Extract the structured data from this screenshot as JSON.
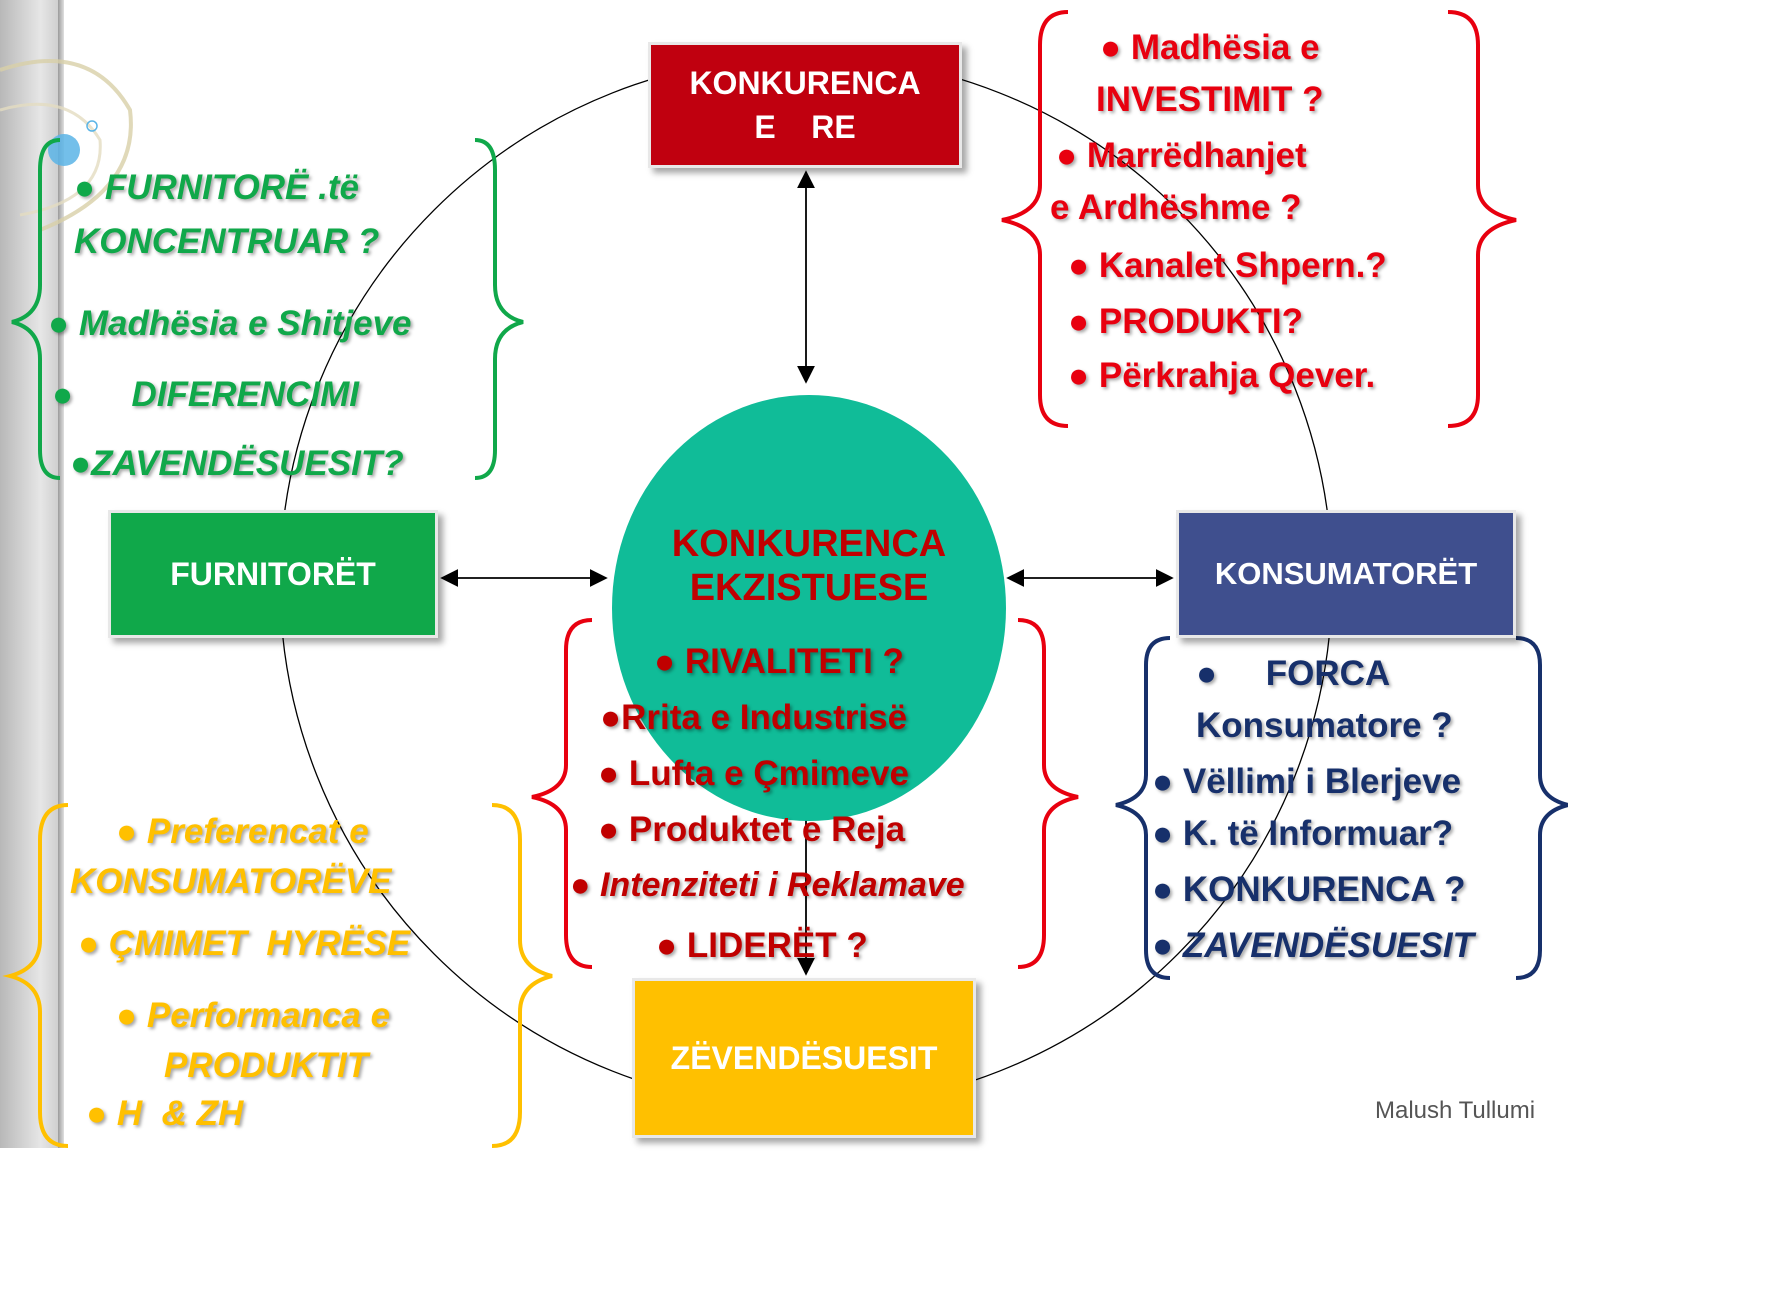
{
  "colors": {
    "red_box": "#c0000f",
    "green_box": "#10a84a",
    "blue_box": "#3f4f8e",
    "yellow_box": "#ffc000",
    "center_disc": "#10bc98"
  },
  "boxes": {
    "top": [
      "KONKURENCA",
      "E    RE"
    ],
    "left": "FURNITORËT",
    "right": "KONSUMATORËT",
    "bottom": "ZËVENDËSUESIT"
  },
  "center": {
    "title": [
      "KONKURENCA",
      "EKZISTUESE"
    ],
    "items": [
      "● RIVALITETI ?",
      "●Rrita e Industrisë",
      "● Lufta e Çmimeve",
      "● Produktet e Reja",
      "● Intenziteti i Reklamave",
      "● LIDERËT ?"
    ]
  },
  "suppliers_notes": [
    "● FURNITORË .të",
    "KONCENTRUAR ?",
    "● Madhësia e Shitjeve",
    "●      DIFERENCIMI",
    "●ZAVENDËSUESIT?"
  ],
  "new_entrants_notes": [
    "● Madhësia e",
    "INVESTIMIT ?",
    "● Marrëdhanjet",
    "e Ardhëshme ?",
    "● Kanalet Shpern.?",
    "● PRODUKTI?",
    "● Përkrahja Qever."
  ],
  "buyers_notes": [
    "●     FORCA",
    "Konsumatore ?",
    "● Vëllimi i Blerjeve",
    "● K. të Informuar?",
    "● KONKURENCA ?",
    "● ZAVENDËSUESIT"
  ],
  "substitutes_notes": [
    "● Preferencat e",
    "KONSUMATORËVE",
    "● ÇMIMET  HYRËSE",
    "● Performanca e",
    "PRODUKTIT",
    "● H  & ZH"
  ],
  "footer": "Malush Tullumi"
}
